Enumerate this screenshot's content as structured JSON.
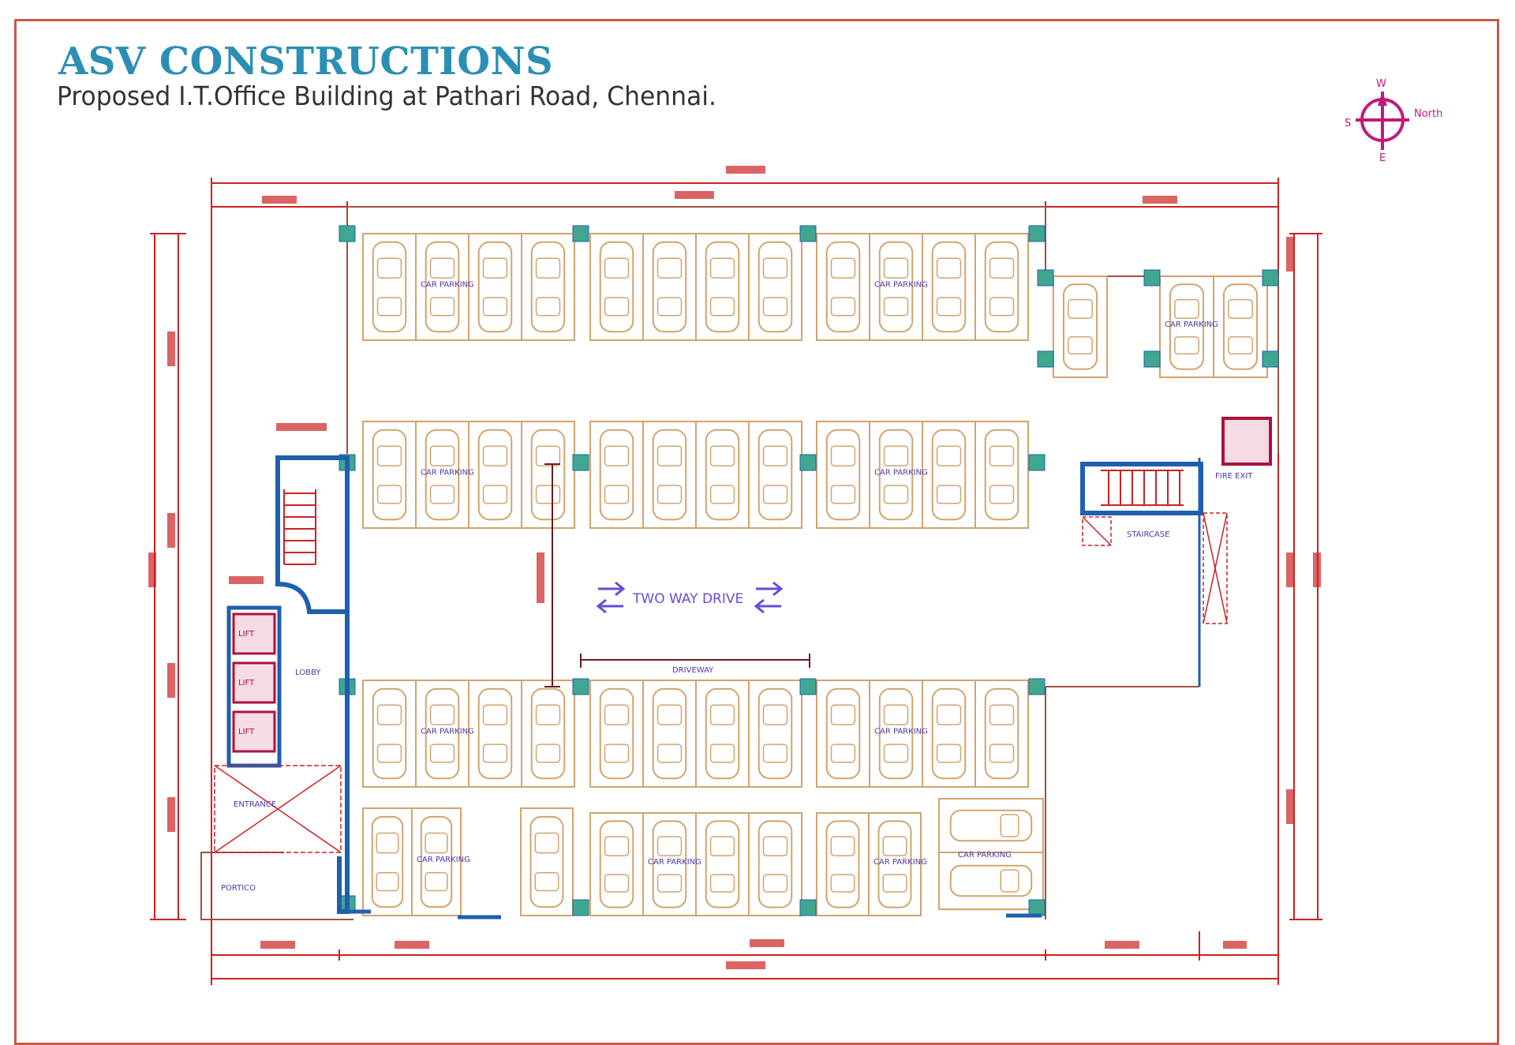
{
  "header": {
    "company": "ASV CONSTRUCTIONS",
    "project": "Proposed I.T.Office Building at Pathari Road, Chennai."
  },
  "compass": {
    "north": "North",
    "w": "W",
    "s": "S",
    "e": "E"
  },
  "labels": {
    "car_parking": "CAR PARKING",
    "two_way_drive": "TWO WAY DRIVE",
    "lobby": "LOBBY",
    "lift": "LIFT",
    "driveway": "DRIVEWAY",
    "portico": "PORTICO",
    "entrance": "ENTRANCE",
    "fire_exit": "FIRE EXIT",
    "staircase": "STAIRCASE"
  },
  "colors": {
    "frame": "#c8584a",
    "title": "#2b8fb4",
    "walls": "#d2a36e",
    "dimension": "#cc2222",
    "columns": "#3fa78f",
    "structure": "#1f5fae",
    "text": "#4a3aa8"
  }
}
